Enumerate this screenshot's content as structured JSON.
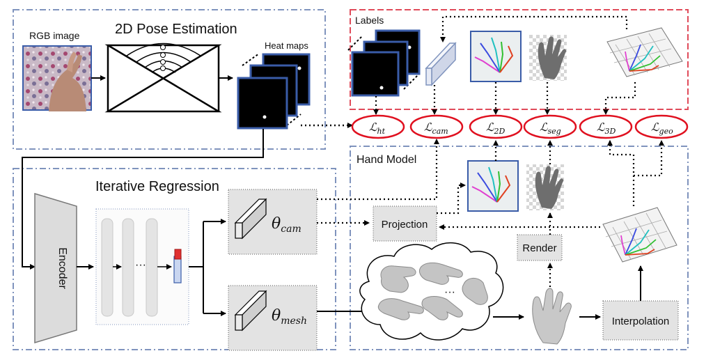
{
  "sections": {
    "pose": "2D Pose Estimation",
    "regression": "Iterative Regression",
    "hand_model": "Hand Model",
    "labels": "Labels"
  },
  "captions": {
    "rgb": "RGB image",
    "heatmaps": "Heat maps"
  },
  "blocks": {
    "encoder": "Encoder",
    "projection": "Projection",
    "render": "Render",
    "interpolation": "Interpolation",
    "dots": "···"
  },
  "params": {
    "cam_symbol": "θ",
    "cam_sub": "cam",
    "mesh_symbol": "θ",
    "mesh_sub": "mesh"
  },
  "losses": [
    {
      "symbol": "ℒ",
      "sub": "ht"
    },
    {
      "symbol": "ℒ",
      "sub": "cam"
    },
    {
      "symbol": "ℒ",
      "sub": "2D"
    },
    {
      "symbol": "ℒ",
      "sub": "seg"
    },
    {
      "symbol": "ℒ",
      "sub": "3D"
    },
    {
      "symbol": "ℒ",
      "sub": "geo"
    }
  ],
  "colors": {
    "blue_frame": "#7f93bd",
    "red_frame": "#e04b5a",
    "loss_red": "#e0101f",
    "heatmap_border": "#3a5ca8"
  }
}
